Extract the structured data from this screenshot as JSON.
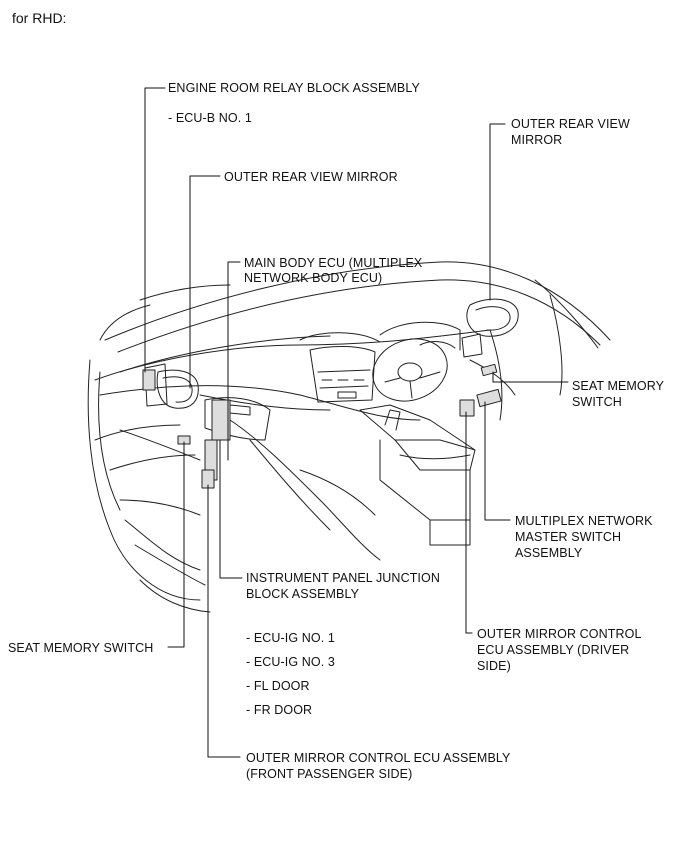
{
  "header": {
    "text": "for RHD:"
  },
  "labels": {
    "engine_room_relay": "ENGINE ROOM RELAY BLOCK ASSEMBLY",
    "ecu_b_no1": "- ECU-B NO. 1",
    "outer_mirror_left": "OUTER REAR VIEW MIRROR",
    "main_body_ecu_1": "MAIN BODY ECU (MULTIPLEX",
    "main_body_ecu_2": "NETWORK BODY ECU)",
    "outer_mirror_right_1": "OUTER REAR VIEW",
    "outer_mirror_right_2": "MIRROR",
    "seat_memory_right_1": "SEAT MEMORY",
    "seat_memory_right_2": "SWITCH",
    "multiplex_master_1": "MULTIPLEX NETWORK",
    "multiplex_master_2": "MASTER SWITCH",
    "multiplex_master_3": "ASSEMBLY",
    "ip_junction_1": "INSTRUMENT PANEL JUNCTION",
    "ip_junction_2": "BLOCK ASSEMBLY",
    "seat_memory_left": "SEAT MEMORY SWITCH",
    "ecu_ig_no1": "- ECU-IG NO. 1",
    "ecu_ig_no3": "- ECU-IG NO. 3",
    "fl_door": "- FL DOOR",
    "fr_door": "- FR DOOR",
    "mirror_ecu_driver_1": "OUTER MIRROR CONTROL",
    "mirror_ecu_driver_2": "ECU ASSEMBLY (DRIVER",
    "mirror_ecu_driver_3": "SIDE)",
    "mirror_ecu_passenger_1": "OUTER MIRROR CONTROL ECU ASSEMBLY",
    "mirror_ecu_passenger_2": "(FRONT PASSENGER SIDE)"
  }
}
